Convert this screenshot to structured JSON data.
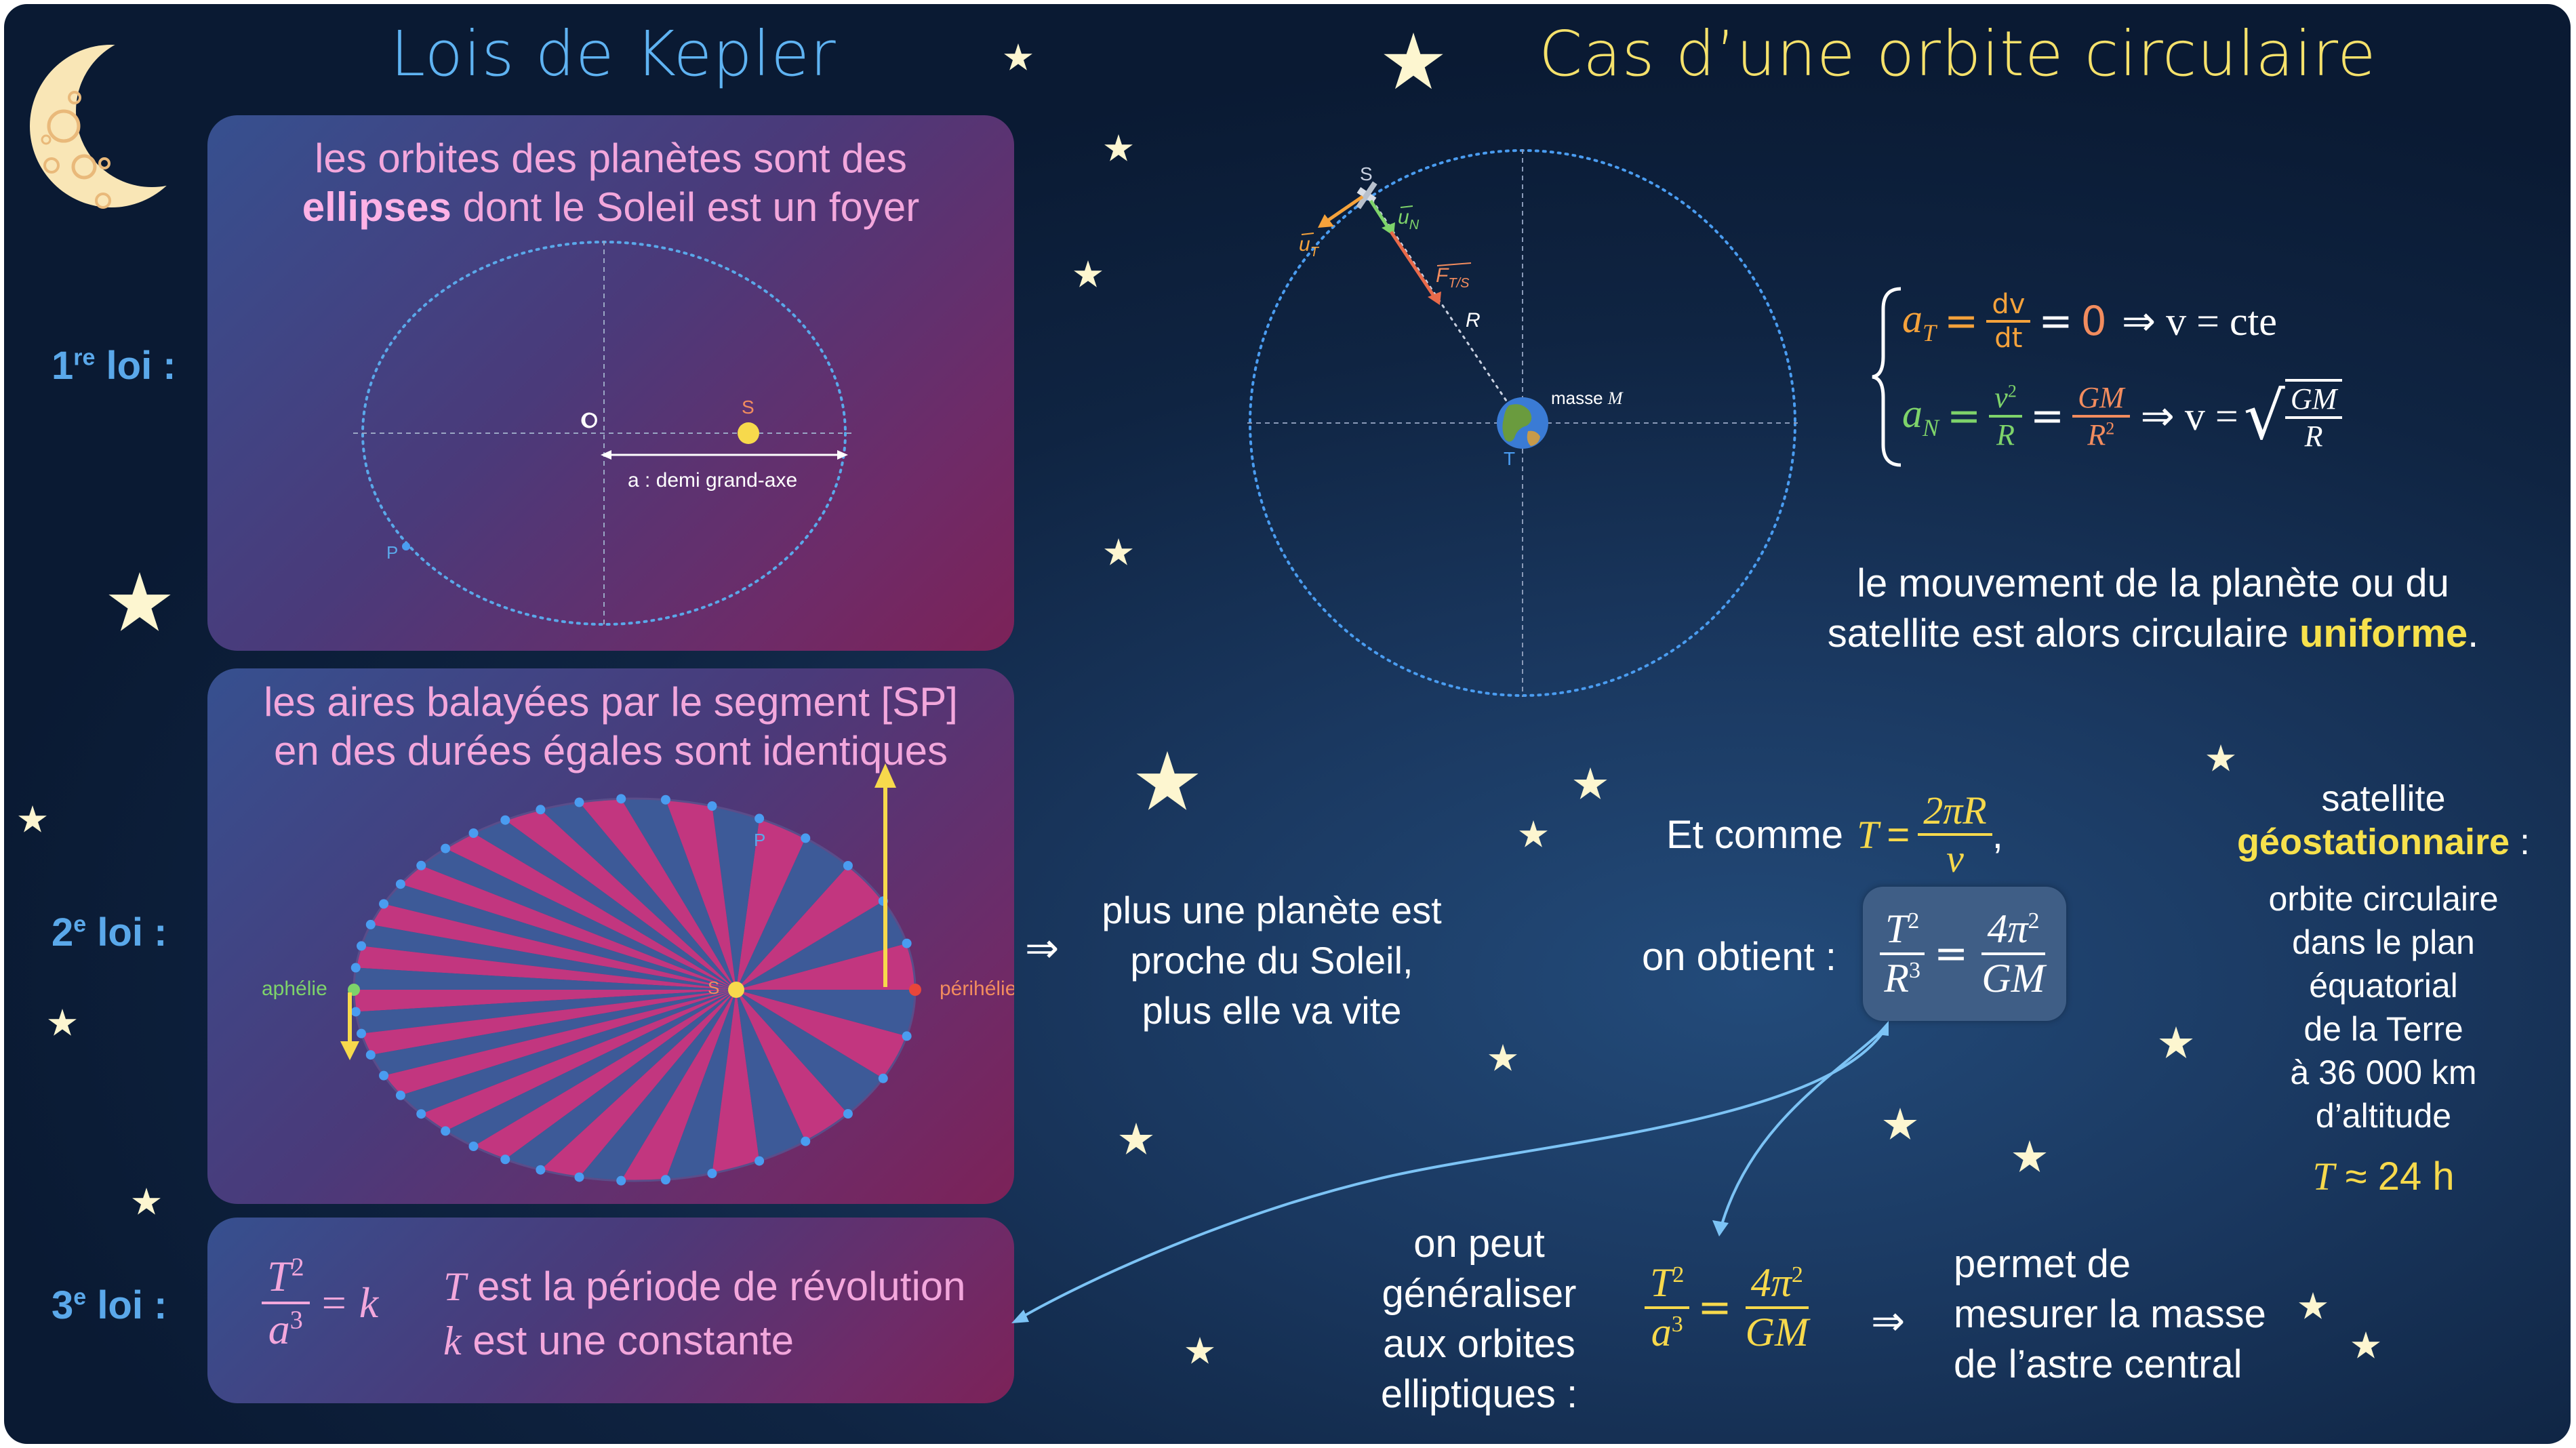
{
  "titles": {
    "left": "Lois de Kepler",
    "right": "Cas d’une orbite circulaire"
  },
  "laws": {
    "l1_label": "1re loi :",
    "l1_num": "1",
    "l1_sup": "re",
    "l1_word": "loi :",
    "l2_num": "2",
    "l2_sup": "e",
    "l2_word": "loi :",
    "l3_num": "3",
    "l3_sup": "e",
    "l3_word": "loi :"
  },
  "law1": {
    "line1": "les orbites des planètes sont des",
    "bold": "ellipses",
    "line2_rest": "dont le Soleil est un foyer",
    "label_O": "O",
    "label_S": "S",
    "label_P": "P",
    "axis_label": "a : demi grand-axe"
  },
  "law2": {
    "line1": "les aires balayées par le segment [SP]",
    "line2": "en des durées égales sont identiques",
    "aphelie": "aphélie",
    "perihelie": "périhélie",
    "label_S": "S",
    "label_P": "P",
    "conclusion_arrow": "⇒",
    "conclusion_1": "plus une planète est",
    "conclusion_2": "proche du Soleil,",
    "conclusion_3": "plus elle va vite"
  },
  "law3": {
    "frac_num": "T",
    "frac_num_exp": "2",
    "frac_den": "a",
    "frac_den_exp": "3",
    "equals_k": "= k",
    "desc1_var": "T",
    "desc1": "est la période de révolution",
    "desc2_var": "k",
    "desc2": "est une constante"
  },
  "orbit": {
    "label_S": "S",
    "label_T": "T",
    "label_R": "R",
    "masse": "masse",
    "masse_var": "M",
    "uN": "u",
    "uN_sub": "N",
    "uT": "u",
    "uT_sub": "T",
    "F": "F",
    "F_sub": "T/S"
  },
  "equations": {
    "aT": "a",
    "aT_sub": "T",
    "dv": "dv",
    "dt": "dt",
    "zero": "0",
    "v_cte": "⇒ v = cte",
    "aN": "a",
    "aN_sub": "N",
    "v2": "v",
    "R": "R",
    "GM": "GM",
    "R2": "R",
    "v_eq": "⇒ v =",
    "sqrt_num": "GM",
    "sqrt_den": "R"
  },
  "uniform": {
    "line1": "le mouvement de la planète ou du",
    "line2": "satellite est alors circulaire",
    "bold": "uniforme",
    "dot": "."
  },
  "period": {
    "et_comme": "Et comme",
    "T": "T",
    "num": "2πR",
    "den": "v",
    "comma": ",",
    "on_obtient": "on obtient :",
    "box_num": "T",
    "box_den": "R",
    "box_rnum": "4π",
    "box_rden": "GM"
  },
  "general": {
    "l1": "on peut",
    "l2": "généraliser",
    "l3": "aux orbites",
    "l4": "elliptiques :",
    "num": "T",
    "den": "a",
    "rnum": "4π",
    "rden": "GM",
    "arrow": "⇒",
    "p1": "permet de",
    "p2": "mesurer la masse",
    "p3": "de l’astre central"
  },
  "geo": {
    "l1": "satellite",
    "bold": "géostationnaire",
    "colon": ":",
    "l2": "orbite circulaire",
    "l3": "dans le plan",
    "l4": "équatorial",
    "l5": "de la Terre",
    "l6": "à 36 000 km",
    "l7": "d’altitude",
    "T": "T",
    "approx": "≈ 24 h"
  },
  "colors": {
    "title_left": "#5fb3f2",
    "title_right": "#f5e16b",
    "law_label": "#5aa8ea",
    "pink_text": "#f3a7dc",
    "yellow": "#f7d94c",
    "green": "#7ed36a",
    "orange": "#f28c5e",
    "blue_dots": "#4a9cf0"
  }
}
